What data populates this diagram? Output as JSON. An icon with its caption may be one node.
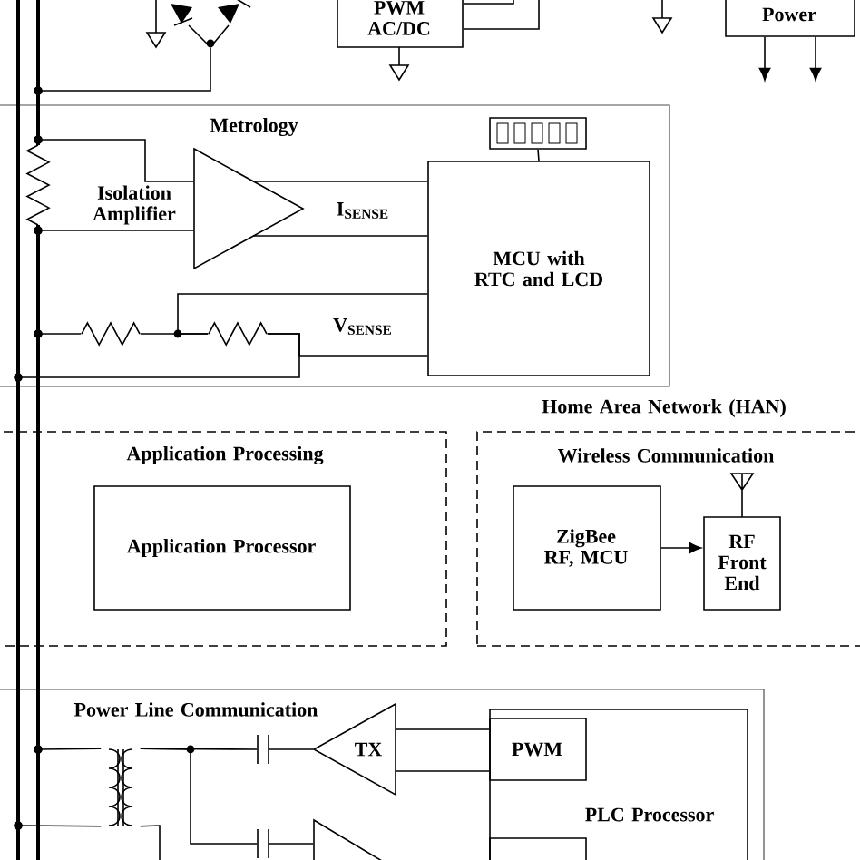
{
  "diagram": {
    "nodes": [
      {
        "text": [
          "PWM AC/DC"
        ]
      },
      {
        "text": [
          "Power"
        ]
      },
      {
        "text": [
          "Metrology"
        ]
      },
      {
        "text": [],
        "shape": "display",
        "in": 2
      },
      {
        "text": [
          "Isolation Amplifier"
        ],
        "in": 2
      },
      {
        "text": [
          "MCU with RTC and LCD"
        ],
        "in": 2
      },
      {
        "text": [
          "Home Area Network (HAN)",
          "Wireless Communication"
        ]
      },
      {
        "text": [
          "Application Processing"
        ]
      },
      {
        "text": [
          "Application Processor"
        ],
        "in": 7
      },
      {
        "text": [
          "ZigBee RF, MCU"
        ],
        "in": 6
      },
      {
        "text": [
          "RF Front End"
        ],
        "in": 6
      },
      {
        "text": [
          "Power Line Communication"
        ]
      },
      {
        "text": [
          "TX"
        ],
        "in": 11
      },
      {
        "text": [
          "PLC Processor"
        ],
        "in": 11
      },
      {
        "text": [
          "PWM"
        ],
        "in": 13
      },
      {
        "text": [],
        "shape": "resistor",
        "in": 2
      },
      {
        "text": [],
        "shape": "resistor",
        "in": 2
      },
      {
        "text": [],
        "shape": "resistor",
        "in": 2
      },
      {
        "text": [],
        "shape": "bar"
      },
      {
        "text": [],
        "shape": "bar"
      },
      {
        "text": [],
        "shape": "bar"
      },
      {
        "text": [],
        "shape": "diode"
      },
      {
        "text": [],
        "shape": "transformer",
        "in": 11
      },
      {
        "text": [],
        "shape": "capacitor",
        "in": 11
      },
      {
        "text": [],
        "shape": "capacitor",
        "in": 11
      },
      {
        "text": [],
        "shape": "triangle",
        "in": 11
      },
      {
        "text": [],
        "shape": "box",
        "in": 13
      }
    ],
    "edges": [
      {
        "from": 3,
        "to": 5,
        "arrow": "none"
      },
      {
        "from": 4,
        "to": 5,
        "arrow": "none",
        "label": "I$_{SENSE}$"
      },
      {
        "from": 4,
        "to": 5,
        "arrow": "none"
      },
      {
        "from": 9,
        "to": 10,
        "arrow": "to"
      },
      {
        "from": 14,
        "to": 12,
        "arrow": "none"
      },
      {
        "from": 14,
        "to": 12,
        "arrow": "none"
      },
      {
        "from": 1,
        "to": null,
        "arrow": "to"
      },
      {
        "from": 1,
        "to": null,
        "arrow": "to"
      },
      {
        "from": 19,
        "to": 4,
        "arrow": "none"
      },
      {
        "from": 20,
        "to": 4,
        "arrow": "none"
      },
      {
        "from": 17,
        "to": 5,
        "arrow": "none"
      },
      {
        "from": 17,
        "to": 5,
        "arrow": "none"
      },
      {
        "from": 23,
        "to": 12,
        "arrow": "none"
      },
      {
        "from": 0,
        "to": null,
        "arrow": "none"
      },
      {
        "from": 0,
        "to": null,
        "arrow": "none"
      },
      {
        "from": 19,
        "to": 21,
        "arrow": "none"
      },
      {
        "from": 20,
        "to": 16,
        "arrow": "none"
      },
      {
        "from": 16,
        "to": 17,
        "arrow": "none"
      },
      {
        "from": 17,
        "to": 18,
        "arrow": "none"
      },
      {
        "from": 20,
        "to": 22,
        "arrow": "none"
      },
      {
        "from": 22,
        "to": 18,
        "arrow": "none"
      },
      {
        "from": 22,
        "to": 23,
        "arrow": "none"
      },
      {
        "from": 22,
        "to": 24,
        "arrow": "none"
      },
      {
        "from": 24,
        "to": 25,
        "arrow": "none"
      },
      {
        "from": 22,
        "to": null,
        "arrow": "none"
      }
    ],
    "labels": [
      "V$_{SENSE}$"
    ]
  }
}
